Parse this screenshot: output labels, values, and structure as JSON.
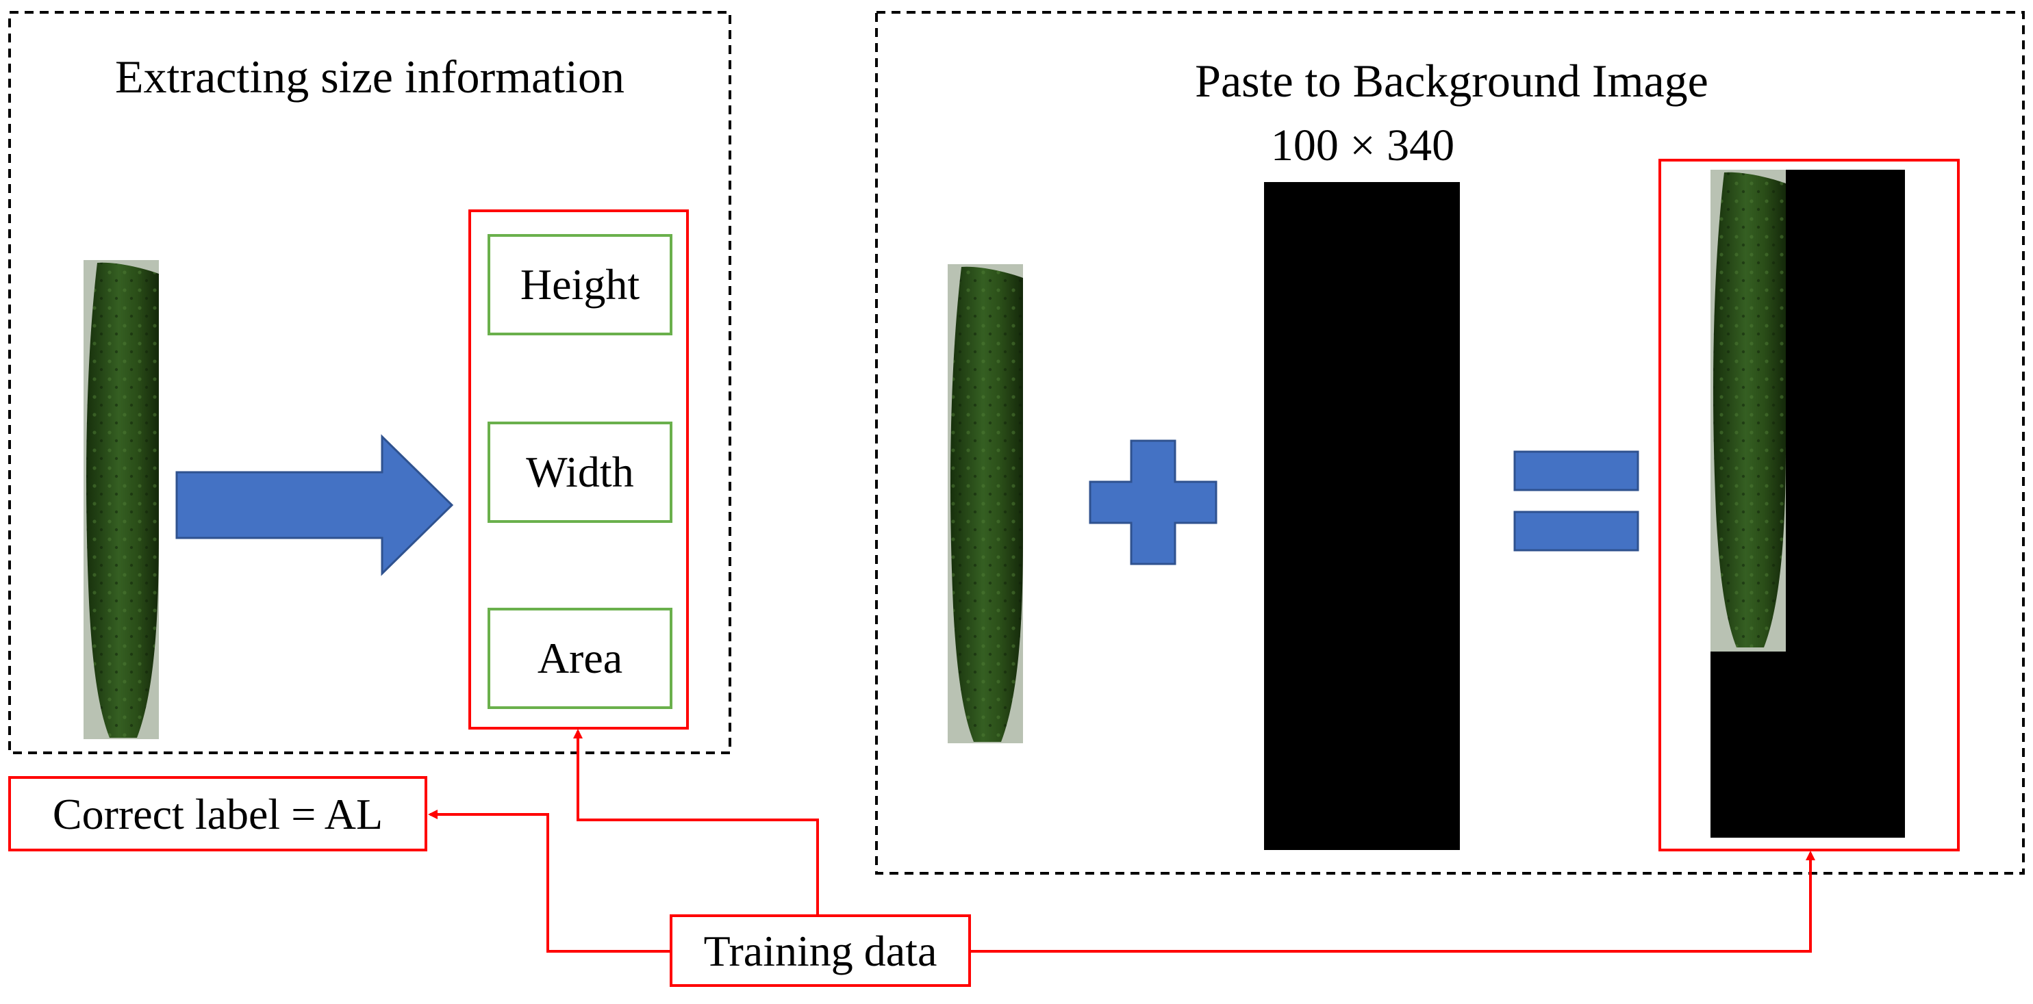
{
  "left_panel": {
    "title": "Extracting size information",
    "features": [
      "Height",
      "Width",
      "Area"
    ]
  },
  "right_panel": {
    "title": "Paste to Background Image",
    "background_size": "100 × 340"
  },
  "correct_label": "Correct label = AL",
  "training_data": "Training data",
  "colors": {
    "red": "#ff0000",
    "green": "#6ab04c",
    "blue": "#4472c4",
    "blue_stroke": "#2f528f",
    "cucumber_dark": "#1d3a10",
    "cucumber_mid": "#2f5a1c",
    "cucumber_bg": "#b9c2b3"
  }
}
